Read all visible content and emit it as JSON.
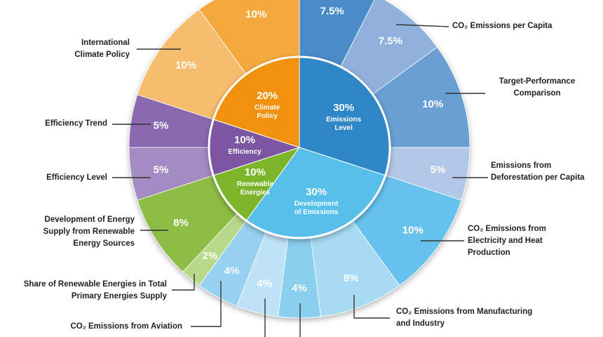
{
  "chart_data": {
    "type": "pie",
    "subtype": "sunburst",
    "inner": [
      {
        "name": "Emissions Level",
        "label": "Emissions\nLevel",
        "value": 30,
        "color": "#2f86c6"
      },
      {
        "name": "Development of Emissions",
        "label": "Development\nof Emissions",
        "value": 30,
        "color": "#56bfea"
      },
      {
        "name": "Renewable Energies",
        "label": "Renewable\nEnergies",
        "value": 10,
        "color": "#7cb52a"
      },
      {
        "name": "Efficiency",
        "label": "Efficiency",
        "value": 10,
        "color": "#7b55a3"
      },
      {
        "name": "Climate Policy",
        "label": "Climate\nPolicy",
        "value": 20,
        "color": "#f0920f"
      }
    ],
    "outer": [
      {
        "name": "",
        "value": 7.5,
        "color": "#4a8cc9",
        "parent": "Emissions Level"
      },
      {
        "name": "CO₂ Emissions per Capita",
        "value": 7.5,
        "color": "#8fb1dc",
        "parent": "Emissions Level"
      },
      {
        "name": "Target-Performance Comparison",
        "value": 10,
        "color": "#6b9fd4",
        "parent": "Emissions Level"
      },
      {
        "name": "Emissions from Deforestation per Capita",
        "value": 5,
        "color": "#b3c8e8",
        "parent": "Emissions Level"
      },
      {
        "name": "CO₂ Emissions from Electricity and Heat Production",
        "value": 10,
        "color": "#66c2ec",
        "parent": "Development of Emissions"
      },
      {
        "name": "CO₂ Emissions from Manufacturing and Industry",
        "value": 8,
        "color": "#a8dbf3",
        "parent": "Development of Emissions"
      },
      {
        "name": "",
        "value": 4,
        "color": "#8acfee",
        "parent": "Development of Emissions"
      },
      {
        "name": "",
        "value": 4,
        "color": "#bfe3f6",
        "parent": "Development of Emissions"
      },
      {
        "name": "CO₂ Emissions from Aviation",
        "value": 4,
        "color": "#97d3f1",
        "parent": "Development of Emissions"
      },
      {
        "name": "Share of Renewable Energies in Total Primary Energies Supply",
        "value": 2,
        "color": "#b9d98a",
        "parent": "Renewable Energies"
      },
      {
        "name": "Development of Energy Supply from Renewable Energy Sources",
        "value": 8,
        "color": "#8dbd45",
        "parent": "Renewable Energies"
      },
      {
        "name": "Efficiency Level",
        "value": 5,
        "color": "#a48bc4",
        "parent": "Efficiency"
      },
      {
        "name": "Efficiency Trend",
        "value": 5,
        "color": "#8a69b0",
        "parent": "Efficiency"
      },
      {
        "name": "International Climate Policy",
        "value": 10,
        "color": "#f6bd6c",
        "parent": "Climate Policy"
      },
      {
        "name": "",
        "value": 10,
        "color": "#f3a93e",
        "parent": "Climate Policy"
      }
    ]
  },
  "labels": {
    "per_capita": "CO₂ Emissions per Capita",
    "target": "Target-Performance Comparison",
    "deforestation": "Emissions from Deforestation per Capita",
    "electricity": "CO₂ Emissions from Electricity and Heat Production",
    "manufacturing": "CO₂ Emissions from Manufacturing and Industry",
    "aviation": "CO₂ Emissions from Aviation",
    "share_renewable": "Share of Renewable Energies in Total Primary Energies Supply",
    "dev_energy": "Development of Energy Supply from Renewable Energy Sources",
    "eff_level": "Efficiency Level",
    "eff_trend": "Efficiency Trend",
    "intl_policy": "International Climate Policy"
  }
}
